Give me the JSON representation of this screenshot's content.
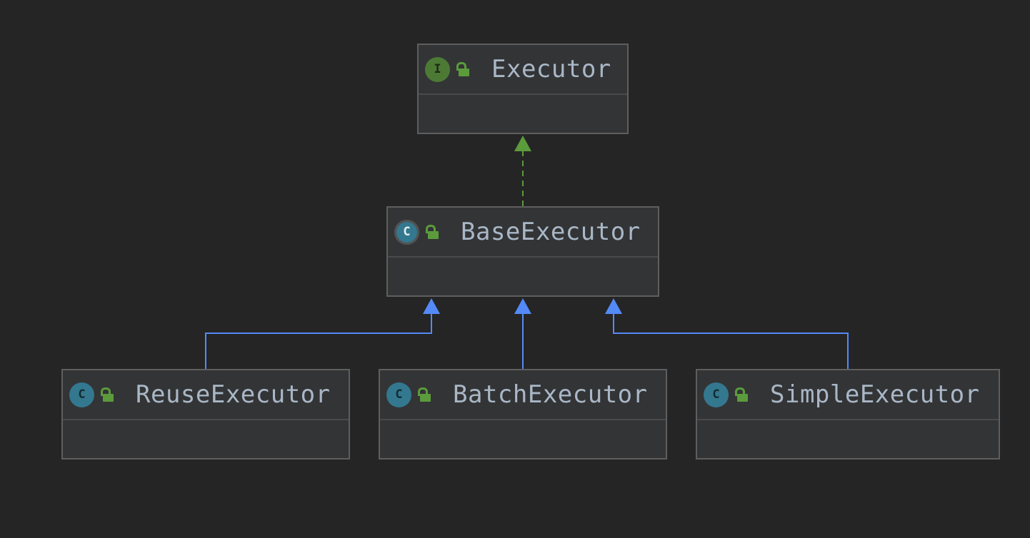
{
  "diagram": {
    "nodes": [
      {
        "id": "executor",
        "name": "Executor",
        "kind": "interface",
        "badge": "I",
        "visibility": "public"
      },
      {
        "id": "base-executor",
        "name": "BaseExecutor",
        "kind": "abstract-class",
        "badge": "C",
        "visibility": "public"
      },
      {
        "id": "reuse-executor",
        "name": "ReuseExecutor",
        "kind": "class",
        "badge": "C",
        "visibility": "public"
      },
      {
        "id": "batch-executor",
        "name": "BatchExecutor",
        "kind": "class",
        "badge": "C",
        "visibility": "public"
      },
      {
        "id": "simple-executor",
        "name": "SimpleExecutor",
        "kind": "class",
        "badge": "C",
        "visibility": "public"
      }
    ],
    "edges": [
      {
        "from": "base-executor",
        "to": "executor",
        "type": "implements",
        "color": "#5b9b3c"
      },
      {
        "from": "reuse-executor",
        "to": "base-executor",
        "type": "extends",
        "color": "#548af7"
      },
      {
        "from": "batch-executor",
        "to": "base-executor",
        "type": "extends",
        "color": "#548af7"
      },
      {
        "from": "simple-executor",
        "to": "base-executor",
        "type": "extends",
        "color": "#548af7"
      }
    ]
  },
  "theme": {
    "background": "#252525",
    "node_fill": "#333436",
    "interface_badge": "#4c7a35",
    "class_badge": "#33788f",
    "lock_icon": "#5b9b3c",
    "text": "#a9b7c6",
    "implements_edge": "#5b9b3c",
    "extends_edge": "#548af7"
  }
}
